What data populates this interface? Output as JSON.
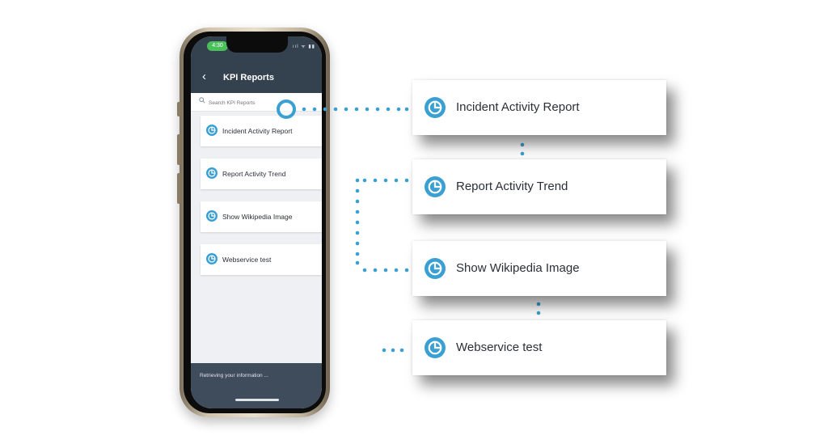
{
  "phone": {
    "status_time": "4:30",
    "status_icons": "ııl ᯤ ▮▮",
    "header": {
      "title": "KPI Reports"
    },
    "search": {
      "placeholder": "Search KPI Reports"
    },
    "list": [
      {
        "label": "Incident Activity Report"
      },
      {
        "label": "Report Activity Trend"
      },
      {
        "label": "Show Wikipedia Image"
      },
      {
        "label": "Webservice test"
      }
    ],
    "footer": {
      "status_text": "Retrieving your information ..."
    }
  },
  "callouts": [
    {
      "label": "Incident Activity Report"
    },
    {
      "label": "Report Activity Trend"
    },
    {
      "label": "Show Wikipedia Image"
    },
    {
      "label": "Webservice test"
    }
  ],
  "icons": {
    "report": "pie-chart-icon",
    "back": "chevron-left-icon",
    "search": "search-icon"
  },
  "colors": {
    "accent": "#3aa0d3",
    "header_bg": "#34414f",
    "footer_bg": "#3e4c5c",
    "list_bg": "#eff0f3",
    "status_pill": "#4bbf5a"
  }
}
